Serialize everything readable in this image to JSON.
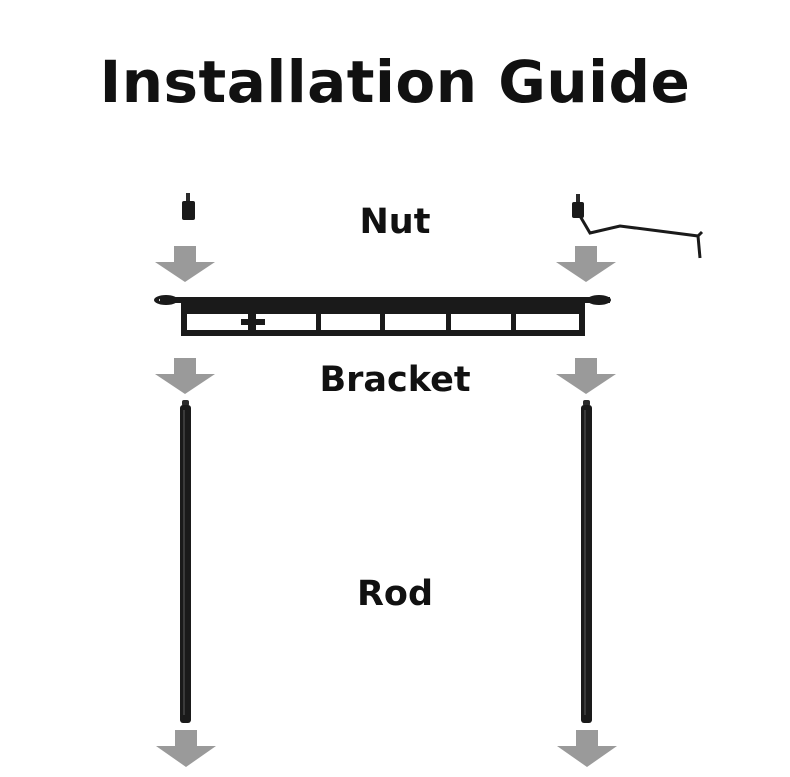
{
  "title": "Installation Guide",
  "labels": {
    "nut": "Nut",
    "bracket": "Bracket",
    "rod": "Rod"
  },
  "colors": {
    "arrow": "#9a9a9a",
    "part": "#1a1a1a"
  }
}
